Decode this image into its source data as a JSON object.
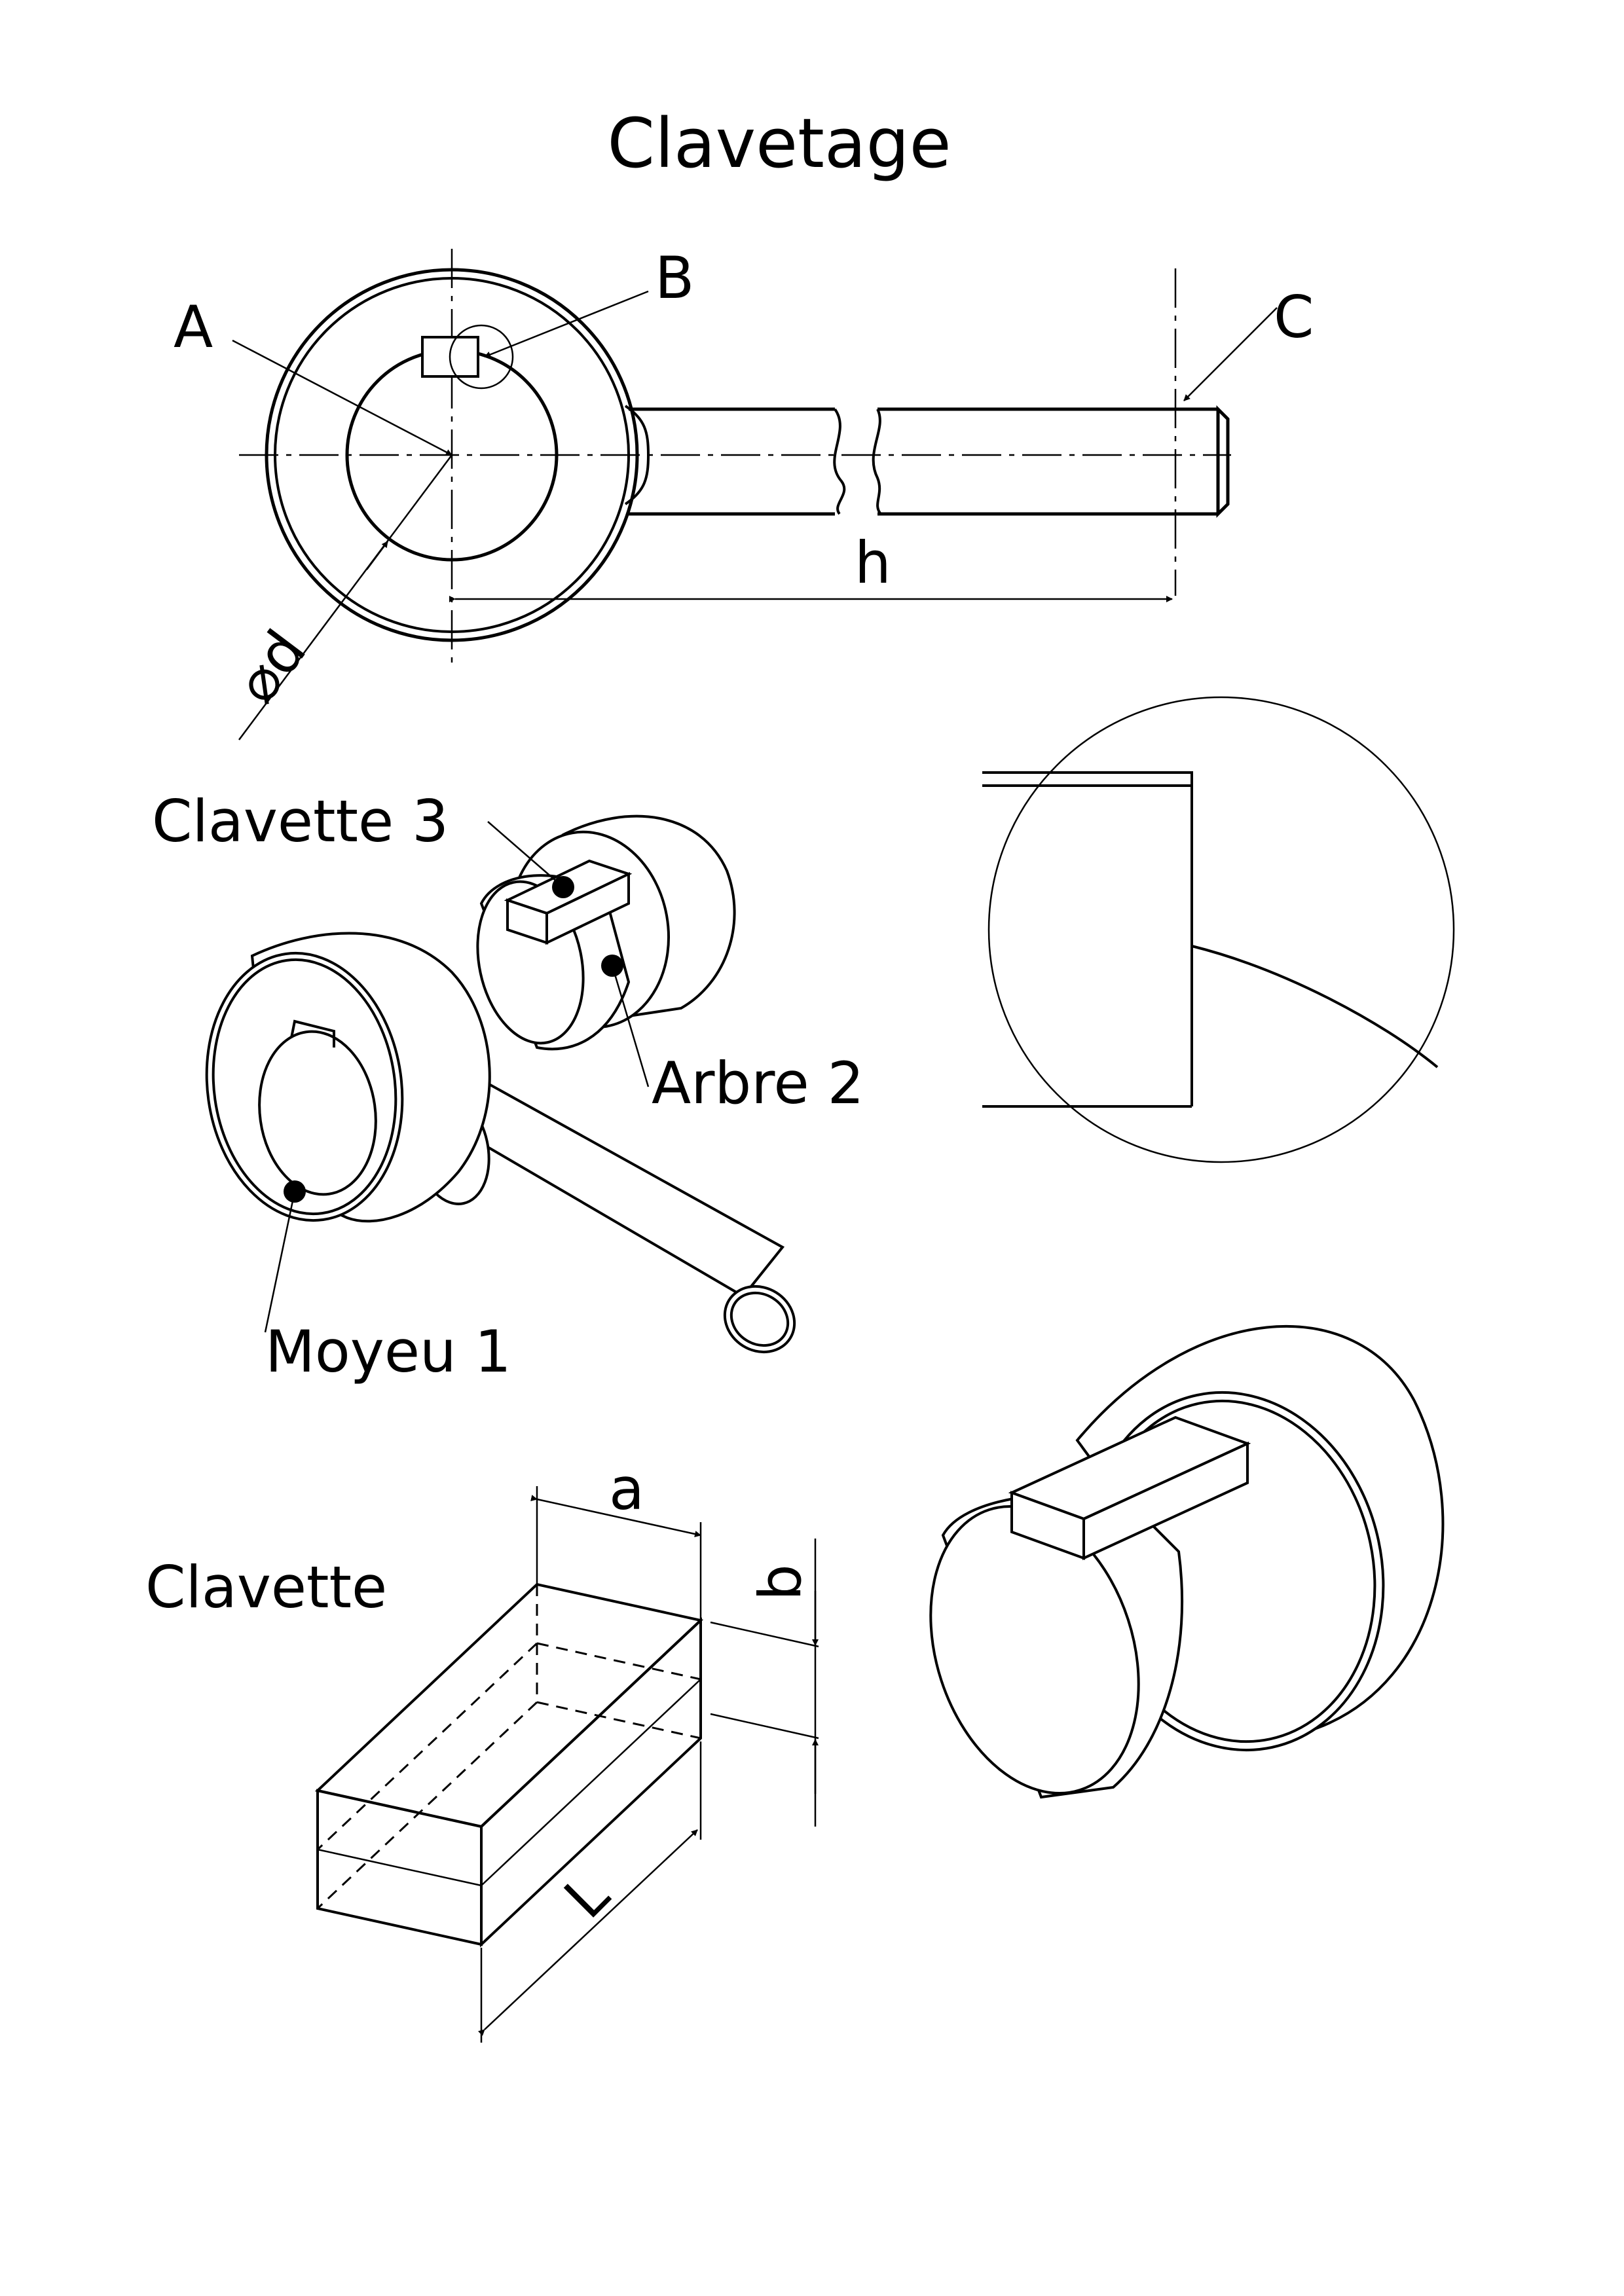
{
  "title": "Clavetage",
  "view_labels": {
    "a": "A",
    "b": "B",
    "c": "C",
    "h": "h",
    "phi_d": "⌀d"
  },
  "part_labels": {
    "clavette_3": "Clavette 3",
    "arbre_2": "Arbre 2",
    "moyeu_1": "Moyeu 1"
  },
  "key_drawing": {
    "title": "Clavette",
    "dim_a": "a",
    "dim_b": "b",
    "dim_l": "L"
  }
}
